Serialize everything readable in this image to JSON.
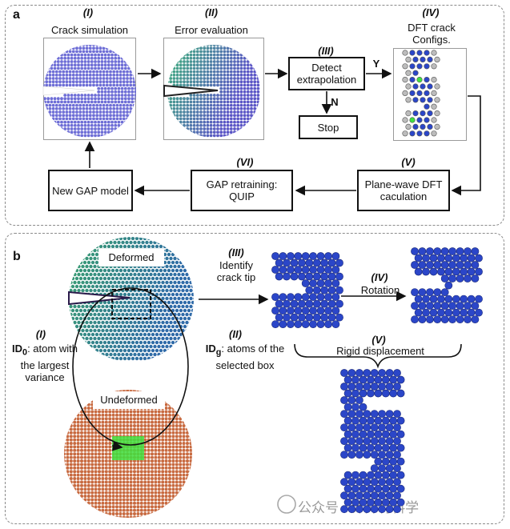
{
  "panel_a": {
    "letter": "a",
    "steps": {
      "s1": {
        "num": "(I)",
        "label": "Crack simulation"
      },
      "s2": {
        "num": "(II)",
        "label": "Error evaluation"
      },
      "s3": {
        "num": "(III)",
        "label": "Detect extrapolation"
      },
      "s4": {
        "num": "(IV)",
        "label": "DFT crack Configs."
      },
      "s5": {
        "num": "(V)",
        "label": "Plane-wave DFT caculation"
      },
      "s6": {
        "num": "(VI)",
        "label": "GAP retraining: QUIP"
      },
      "new_model": "New GAP model",
      "stop": "Stop"
    },
    "yes_label": "Y",
    "no_label": "N"
  },
  "panel_b": {
    "letter": "b",
    "deformed": "Deformed",
    "undeformed": "Undeformed",
    "s1": {
      "num": "(I)",
      "label_sym": "ID",
      "label_sub": "0",
      "label_rest": ": atom with the largest variance"
    },
    "s2": {
      "num": "(II)",
      "label_sym": "ID",
      "label_sub": "g",
      "label_rest": ": atoms of the selected box"
    },
    "s3": {
      "num": "(III)",
      "label": "Identify crack tip"
    },
    "s4": {
      "num": "(IV)",
      "label": "Rotation"
    },
    "s5": {
      "num": "(V)",
      "label": "Rigid displacement"
    }
  },
  "watermark": "公众号 · 计算材料学",
  "colors": {
    "purple_atom": "#6e6ed6",
    "blue_atom": "#2b46c8",
    "green_atom": "#3aa66e",
    "orange_atom": "#c86a40",
    "highlight_green": "#3fe03f",
    "gray_atom": "#bcbcbc"
  }
}
